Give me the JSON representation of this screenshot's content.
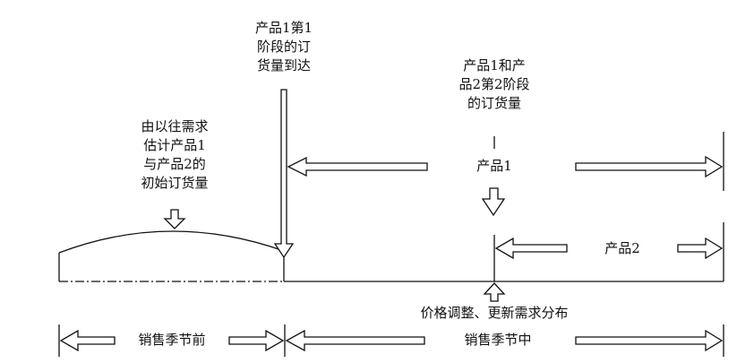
{
  "labels": {
    "initial_order": [
      "由以往需求",
      "估计产品1",
      "与产品2的",
      "初始订货量"
    ],
    "product1_stage1_arrival": [
      "产品1第1",
      "阶段的订",
      "货量到达"
    ],
    "stage2_orders": [
      "产品1和产",
      "品2第2阶段",
      "的订货量"
    ],
    "product1": "产品1",
    "product2": "产品2",
    "price_adjustment": "价格调整、更新需求分布",
    "pre_season": "销售季节前",
    "in_season": "销售季节中"
  }
}
